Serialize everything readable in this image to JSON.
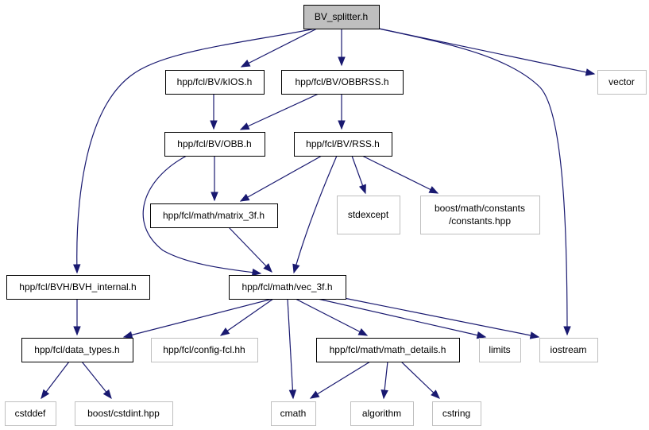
{
  "colors": {
    "edge": "#191970",
    "root_fill": "#bfbfbf",
    "root_border": "#000000",
    "internal_fill": "#ffffff",
    "internal_border": "#000000",
    "external_fill": "#ffffff",
    "external_border": "#bfbfbf"
  },
  "nodes": [
    {
      "id": "bv_splitter",
      "lines": [
        "BV_splitter.h"
      ],
      "kind": "root"
    },
    {
      "id": "kios",
      "lines": [
        "hpp/fcl/BV/kIOS.h"
      ],
      "kind": "internal"
    },
    {
      "id": "obbrss",
      "lines": [
        "hpp/fcl/BV/OBBRSS.h"
      ],
      "kind": "internal"
    },
    {
      "id": "vector",
      "lines": [
        "vector"
      ],
      "kind": "external"
    },
    {
      "id": "obb",
      "lines": [
        "hpp/fcl/BV/OBB.h"
      ],
      "kind": "internal"
    },
    {
      "id": "rss",
      "lines": [
        "hpp/fcl/BV/RSS.h"
      ],
      "kind": "internal"
    },
    {
      "id": "matrix_3f",
      "lines": [
        "hpp/fcl/math/matrix_3f.h"
      ],
      "kind": "internal"
    },
    {
      "id": "stdexcept",
      "lines": [
        "stdexcept"
      ],
      "kind": "external"
    },
    {
      "id": "constants",
      "lines": [
        "boost/math/constants",
        "/constants.hpp"
      ],
      "kind": "external"
    },
    {
      "id": "bvh_internal",
      "lines": [
        "hpp/fcl/BVH/BVH_internal.h"
      ],
      "kind": "internal"
    },
    {
      "id": "vec_3f",
      "lines": [
        "hpp/fcl/math/vec_3f.h"
      ],
      "kind": "internal"
    },
    {
      "id": "data_types",
      "lines": [
        "hpp/fcl/data_types.h"
      ],
      "kind": "internal"
    },
    {
      "id": "config_fcl",
      "lines": [
        "hpp/fcl/config-fcl.hh"
      ],
      "kind": "external"
    },
    {
      "id": "math_details",
      "lines": [
        "hpp/fcl/math/math_details.h"
      ],
      "kind": "internal"
    },
    {
      "id": "limits",
      "lines": [
        "limits"
      ],
      "kind": "external"
    },
    {
      "id": "iostream",
      "lines": [
        "iostream"
      ],
      "kind": "external"
    },
    {
      "id": "cstddef",
      "lines": [
        "cstddef"
      ],
      "kind": "external"
    },
    {
      "id": "cstdint",
      "lines": [
        "boost/cstdint.hpp"
      ],
      "kind": "external"
    },
    {
      "id": "cmath",
      "lines": [
        "cmath"
      ],
      "kind": "external"
    },
    {
      "id": "algorithm",
      "lines": [
        "algorithm"
      ],
      "kind": "external"
    },
    {
      "id": "cstring",
      "lines": [
        "cstring"
      ],
      "kind": "external"
    }
  ],
  "edges": [
    {
      "from": "bv_splitter",
      "to": "kios"
    },
    {
      "from": "bv_splitter",
      "to": "obbrss"
    },
    {
      "from": "bv_splitter",
      "to": "vector"
    },
    {
      "from": "bv_splitter",
      "to": "bvh_internal"
    },
    {
      "from": "bv_splitter",
      "to": "iostream"
    },
    {
      "from": "kios",
      "to": "obb"
    },
    {
      "from": "obbrss",
      "to": "obb"
    },
    {
      "from": "obbrss",
      "to": "rss"
    },
    {
      "from": "obb",
      "to": "matrix_3f"
    },
    {
      "from": "obb",
      "to": "vec_3f"
    },
    {
      "from": "rss",
      "to": "matrix_3f"
    },
    {
      "from": "rss",
      "to": "vec_3f"
    },
    {
      "from": "rss",
      "to": "stdexcept"
    },
    {
      "from": "rss",
      "to": "constants"
    },
    {
      "from": "matrix_3f",
      "to": "vec_3f"
    },
    {
      "from": "bvh_internal",
      "to": "data_types"
    },
    {
      "from": "vec_3f",
      "to": "data_types"
    },
    {
      "from": "vec_3f",
      "to": "config_fcl"
    },
    {
      "from": "vec_3f",
      "to": "math_details"
    },
    {
      "from": "vec_3f",
      "to": "cmath"
    },
    {
      "from": "vec_3f",
      "to": "limits"
    },
    {
      "from": "vec_3f",
      "to": "iostream"
    },
    {
      "from": "data_types",
      "to": "cstddef"
    },
    {
      "from": "data_types",
      "to": "cstdint"
    },
    {
      "from": "math_details",
      "to": "cmath"
    },
    {
      "from": "math_details",
      "to": "algorithm"
    },
    {
      "from": "math_details",
      "to": "cstring"
    }
  ]
}
